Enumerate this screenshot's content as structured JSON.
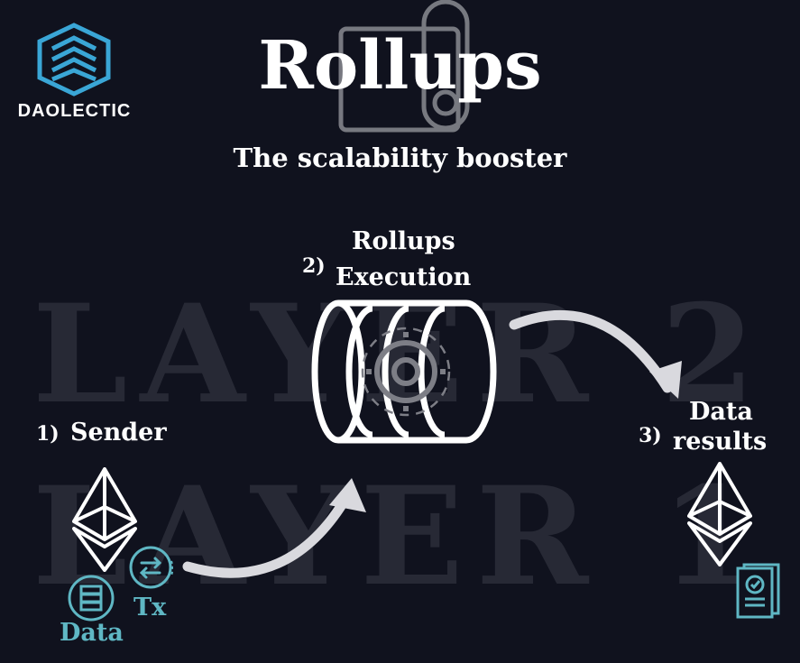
{
  "brand": {
    "name": "DAOLECTIC"
  },
  "header": {
    "title": "Rollups",
    "subtitle": "The scalability booster"
  },
  "background": {
    "layer2": "LAYER 2",
    "layer1": "LAYER 1"
  },
  "steps": {
    "step1": {
      "number": "1)",
      "label": "Sender"
    },
    "step2": {
      "number": "2)",
      "label_line1": "Rollups",
      "label_line2": "Execution"
    },
    "step3": {
      "number": "3)",
      "label_line1": "Data",
      "label_line2": "results"
    }
  },
  "badges": {
    "data": "Data",
    "tx": "Tx"
  },
  "icons": {
    "logo": "daolectic-logo-icon",
    "ethereum": "ethereum-icon",
    "rollup": "rollup-cylinder-gear-icon",
    "database": "database-icon",
    "transfer": "transfer-arrows-icon",
    "document": "document-check-icon"
  },
  "colors": {
    "background": "#10121e",
    "accent": "#5fb7c4",
    "logo": "#3aa6d6",
    "watermark": "#3a3c48"
  }
}
